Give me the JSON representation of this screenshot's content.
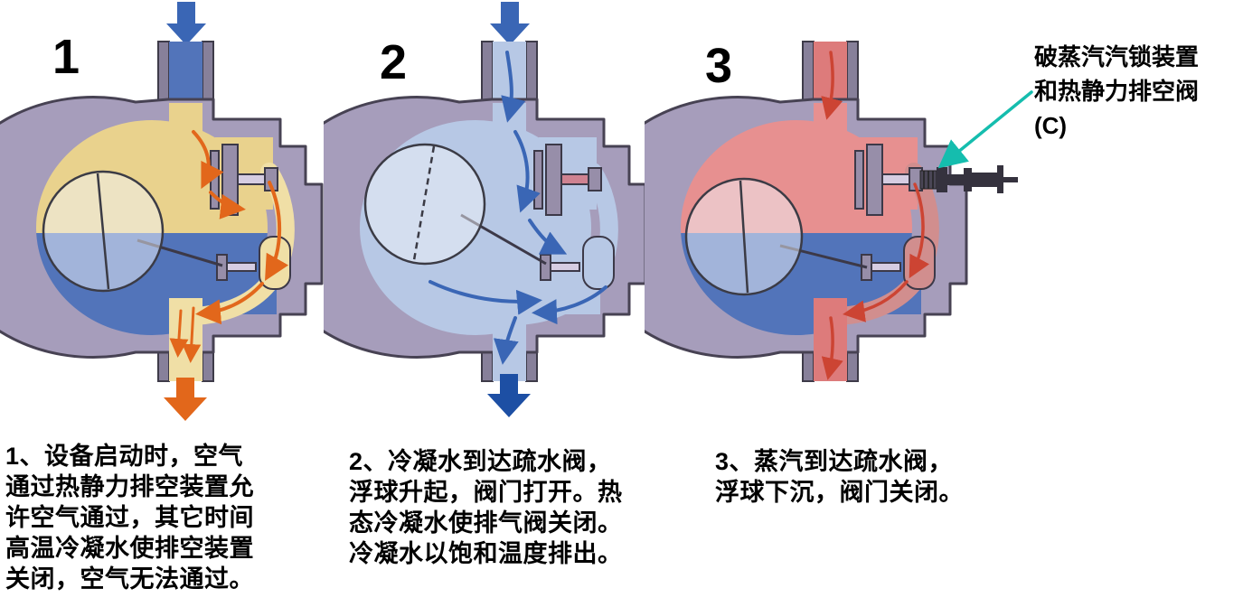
{
  "colors": {
    "body_gray": "#a69dbb",
    "air_yellow": "#e9d28d",
    "condensate_blue": "#5274ba",
    "flooded_blue": "#b7c8e5",
    "steam_red": "#dd7b7b",
    "steam_pink": "#e79090",
    "steam_passage": "#d18e8e",
    "outlet_cream": "#f0dfa6",
    "arrow_orange": "#e2671b",
    "arrow_blue": "#3a66b5",
    "arrow_darkblue": "#1d4fa4",
    "arrow_red": "#cc4433",
    "annotation_teal": "#15bdae"
  },
  "diagrams": [
    {
      "number": "1",
      "caption": "1、设备启动时，空气\n通过热静力排空装置允\n许空气通过，其它时间\n高温冷凝水使排空装置\n关闭，空气无法通过。"
    },
    {
      "number": "2",
      "caption": "2、冷凝水到达疏水阀，\n浮球升起，阀门打开。热\n态冷凝水使排气阀关闭。\n冷凝水以饱和温度排出。"
    },
    {
      "number": "3",
      "caption": "3、蒸汽到达疏水阀，\n浮球下沉，阀门关闭。"
    }
  ],
  "annotation": {
    "label": "破蒸汽汽锁装置\n和热静力排空阀\n(C)"
  }
}
